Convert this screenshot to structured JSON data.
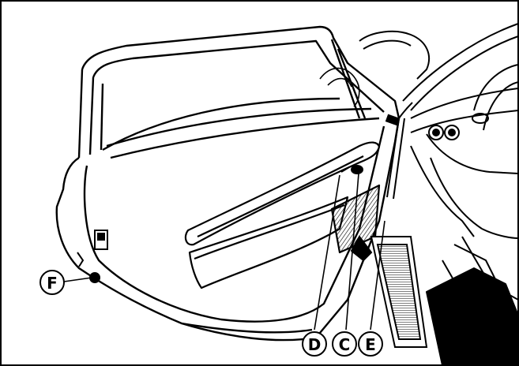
{
  "callouts": {
    "F": "F",
    "D": "D",
    "C": "C",
    "E": "E"
  },
  "colors": {
    "line": "#000000",
    "paper": "#ffffff",
    "shade": "#444444"
  },
  "illustration": {
    "subject": "car-door-open",
    "style": "line-drawing"
  }
}
